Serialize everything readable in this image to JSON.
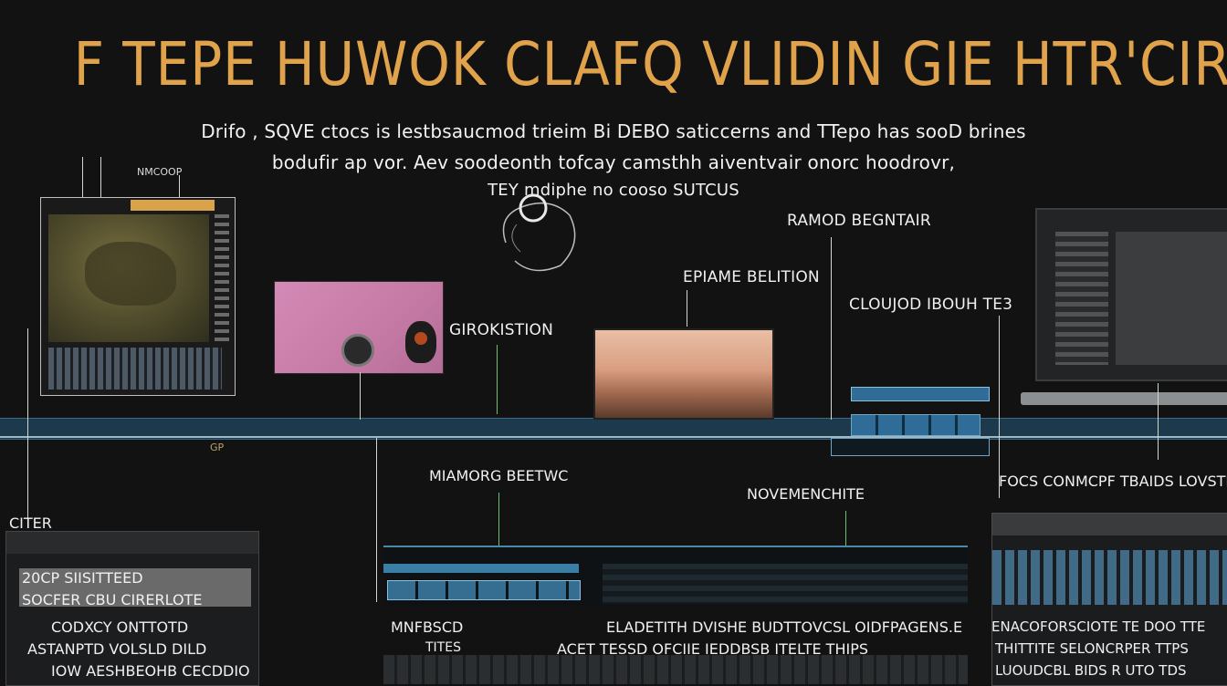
{
  "title": "F TEPE HUWOK CLAFQ VLIDIN GIE HTR'CIRM",
  "subtitle_lines": [
    "Drifo , SQVE ctocs is lestbsaucmod trieim Bi DEBO saticcerns and TTepo has sooD brines",
    "bodufir ap vor. Aev soodeonth tofcay camsthh aiventvair onorc hoodrovr,",
    "TEY mdiphe no cooso SUTCUS"
  ],
  "labels": {
    "micro": "NMCOOP",
    "ramod": "RAMOD BEGNTAIR",
    "epiame": "EPIAME BELITION",
    "clouod": "CLOUJOD IBOUH TE3",
    "grokis": "GIROKISTION",
    "miamorg": "MIAMORG BEETWC",
    "novemench": "NOVEMENCHITE",
    "focs": "FOCS CONMCPF TBAIDS LOVSTIC",
    "citer": "CITER",
    "gp": "GP"
  },
  "bottom_left": {
    "hl_line1": "20CP  SIISITTEED",
    "hl_line2": "SOCFER CBU CIRERLOTE",
    "line3": "CODXCY ONTTOTD",
    "line4": "ASTANPTD VOLSLD DILD",
    "line5": "IOW AESHBEOHB CECDDIO"
  },
  "bottom_mid": {
    "line1": "MNFBSCD",
    "line2": "TITES",
    "line3": "ELADETITH DVISHE BUDTTOVCSL OIDFPAGENS.E",
    "line4": "ACET TESSD OFCIIE IEDDBSB ITELTE THIPS"
  },
  "bottom_right": {
    "line1": "ENACOFORSCIOTE TE DOO TTE",
    "line2": "THITTITE SELONCRPER TTPS",
    "line3": "LUOUDCBL BIDS R UTO TDS"
  },
  "colors": {
    "title": "#e0a24a",
    "band": "#1d3a4c",
    "accent": "#6fbf73"
  }
}
